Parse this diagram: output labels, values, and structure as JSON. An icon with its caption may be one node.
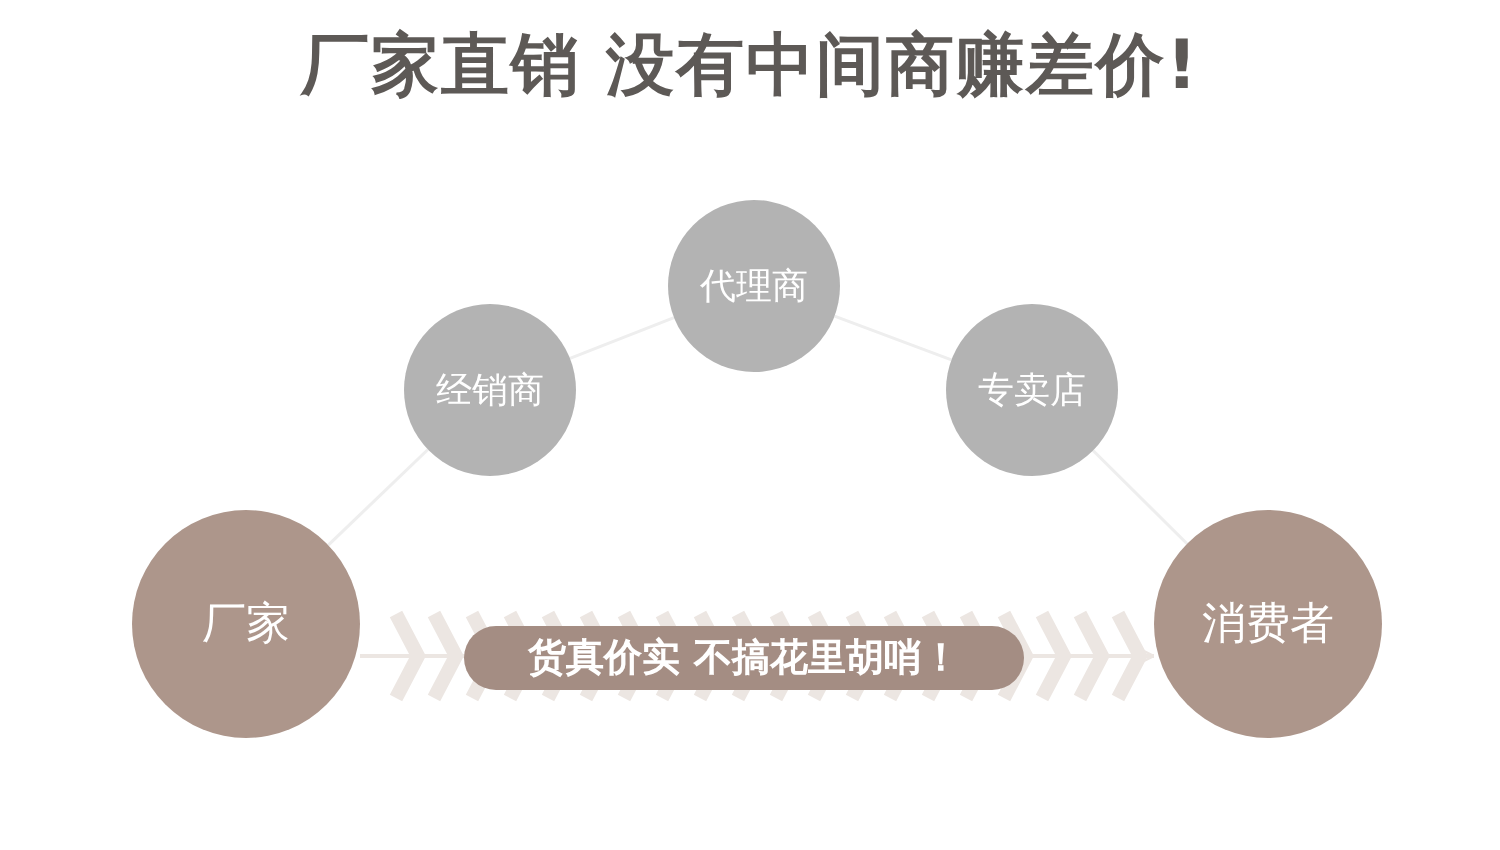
{
  "diagram": {
    "title": "厂家直销 没有中间商赚差价!",
    "nodes": [
      {
        "text": [
          "厂家"
        ]
      },
      {
        "text": [
          "经销商"
        ]
      },
      {
        "text": [
          "代理商"
        ]
      },
      {
        "text": [
          "专卖店"
        ]
      },
      {
        "text": [
          "消费者"
        ]
      }
    ],
    "edges": [
      {
        "from": 0,
        "to": 1,
        "arrow": "none",
        "color": "#eeeeee"
      },
      {
        "from": 1,
        "to": 2,
        "arrow": "none",
        "color": "#eeeeee"
      },
      {
        "from": 2,
        "to": 3,
        "arrow": "none",
        "color": "#eeeeee"
      },
      {
        "from": 3,
        "to": 4,
        "arrow": "none",
        "color": "#eeeeee"
      },
      {
        "from": 0,
        "to": 4,
        "arrow": "to",
        "color": "#ece6e2",
        "label": "货真价实 不搞花里胡哨！"
      }
    ]
  }
}
